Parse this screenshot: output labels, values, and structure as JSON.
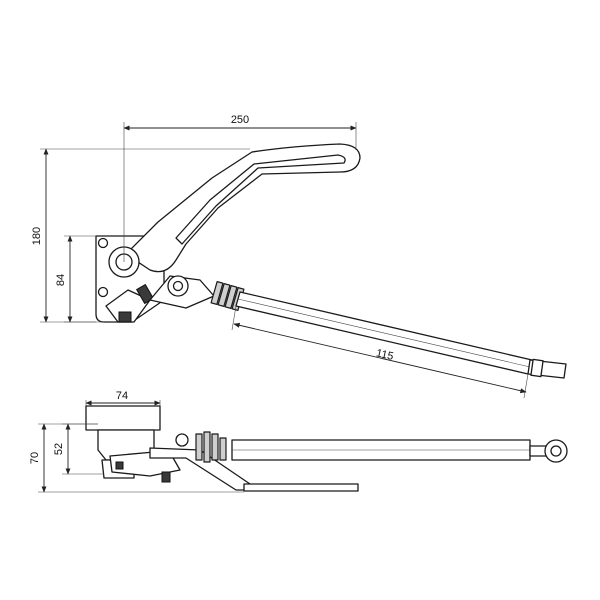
{
  "dimensions": {
    "width_250": "250",
    "height_180": "180",
    "height_84": "84",
    "length_115": "115",
    "width_74": "74",
    "height_70": "70",
    "height_52": "52"
  }
}
